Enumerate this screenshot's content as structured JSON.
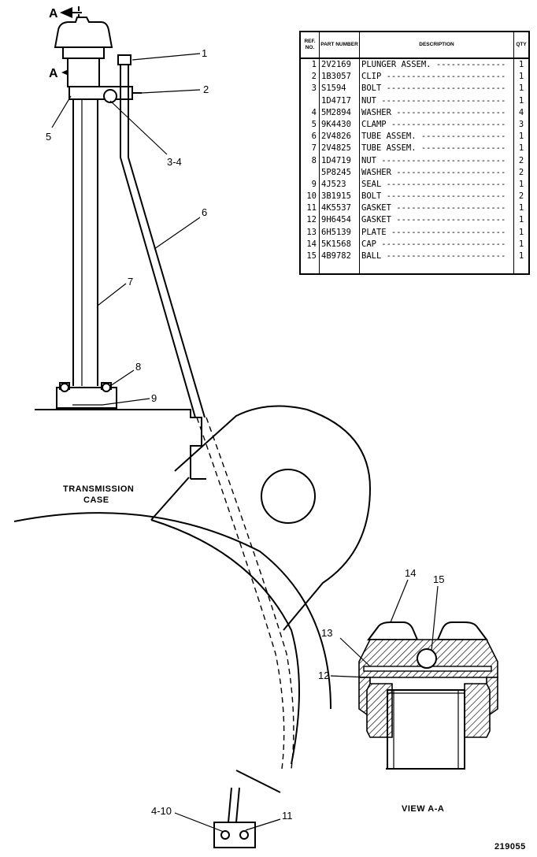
{
  "view_marker": "A",
  "callouts": {
    "c1": "1",
    "c2": "2",
    "c34": "3-4",
    "c5": "5",
    "c6": "6",
    "c7": "7",
    "c8": "8",
    "c9": "9",
    "c410": "4-10",
    "c11": "11",
    "c12": "12",
    "c13": "13",
    "c14": "14",
    "c15": "15"
  },
  "labels": {
    "case_line1": "TRANSMISSION",
    "case_line2": "CASE",
    "view": "VIEW A-A",
    "drawing_number": "219055"
  },
  "table": {
    "headers": {
      "ref": "REF. NO.",
      "part": "PART NUMBER",
      "desc": "DESCRIPTION",
      "qty": "QTY"
    },
    "rows": [
      {
        "ref": "1",
        "part": "2V2169",
        "desc": "PLUNGER ASSEM.",
        "qty": "1"
      },
      {
        "ref": "2",
        "part": "1B3057",
        "desc": "CLIP",
        "qty": "1"
      },
      {
        "ref": "3",
        "part": "S1594",
        "desc": "BOLT",
        "qty": "1"
      },
      {
        "ref": "",
        "part": "1D4717",
        "desc": "NUT",
        "qty": "1"
      },
      {
        "ref": "4",
        "part": "5M2894",
        "desc": "WASHER",
        "qty": "4"
      },
      {
        "ref": "5",
        "part": "9K4430",
        "desc": "CLAMP",
        "qty": "3"
      },
      {
        "ref": "6",
        "part": "2V4826",
        "desc": "TUBE ASSEM.",
        "qty": "1"
      },
      {
        "ref": "7",
        "part": "2V4825",
        "desc": "TUBE ASSEM.",
        "qty": "1"
      },
      {
        "ref": "8",
        "part": "1D4719",
        "desc": "NUT",
        "qty": "2"
      },
      {
        "ref": "",
        "part": "5P8245",
        "desc": "WASHER",
        "qty": "2"
      },
      {
        "ref": "9",
        "part": "4J523",
        "desc": "SEAL",
        "qty": "1"
      },
      {
        "ref": "10",
        "part": "3B1915",
        "desc": "BOLT",
        "qty": "2"
      },
      {
        "ref": "11",
        "part": "4K5537",
        "desc": "GASKET",
        "qty": "1"
      },
      {
        "ref": "12",
        "part": "9H6454",
        "desc": "GASKET",
        "qty": "1"
      },
      {
        "ref": "13",
        "part": "6H5139",
        "desc": "PLATE",
        "qty": "1"
      },
      {
        "ref": "14",
        "part": "5K1568",
        "desc": "CAP",
        "qty": "1"
      },
      {
        "ref": "15",
        "part": "4B9782",
        "desc": "BALL",
        "qty": "1"
      }
    ]
  }
}
